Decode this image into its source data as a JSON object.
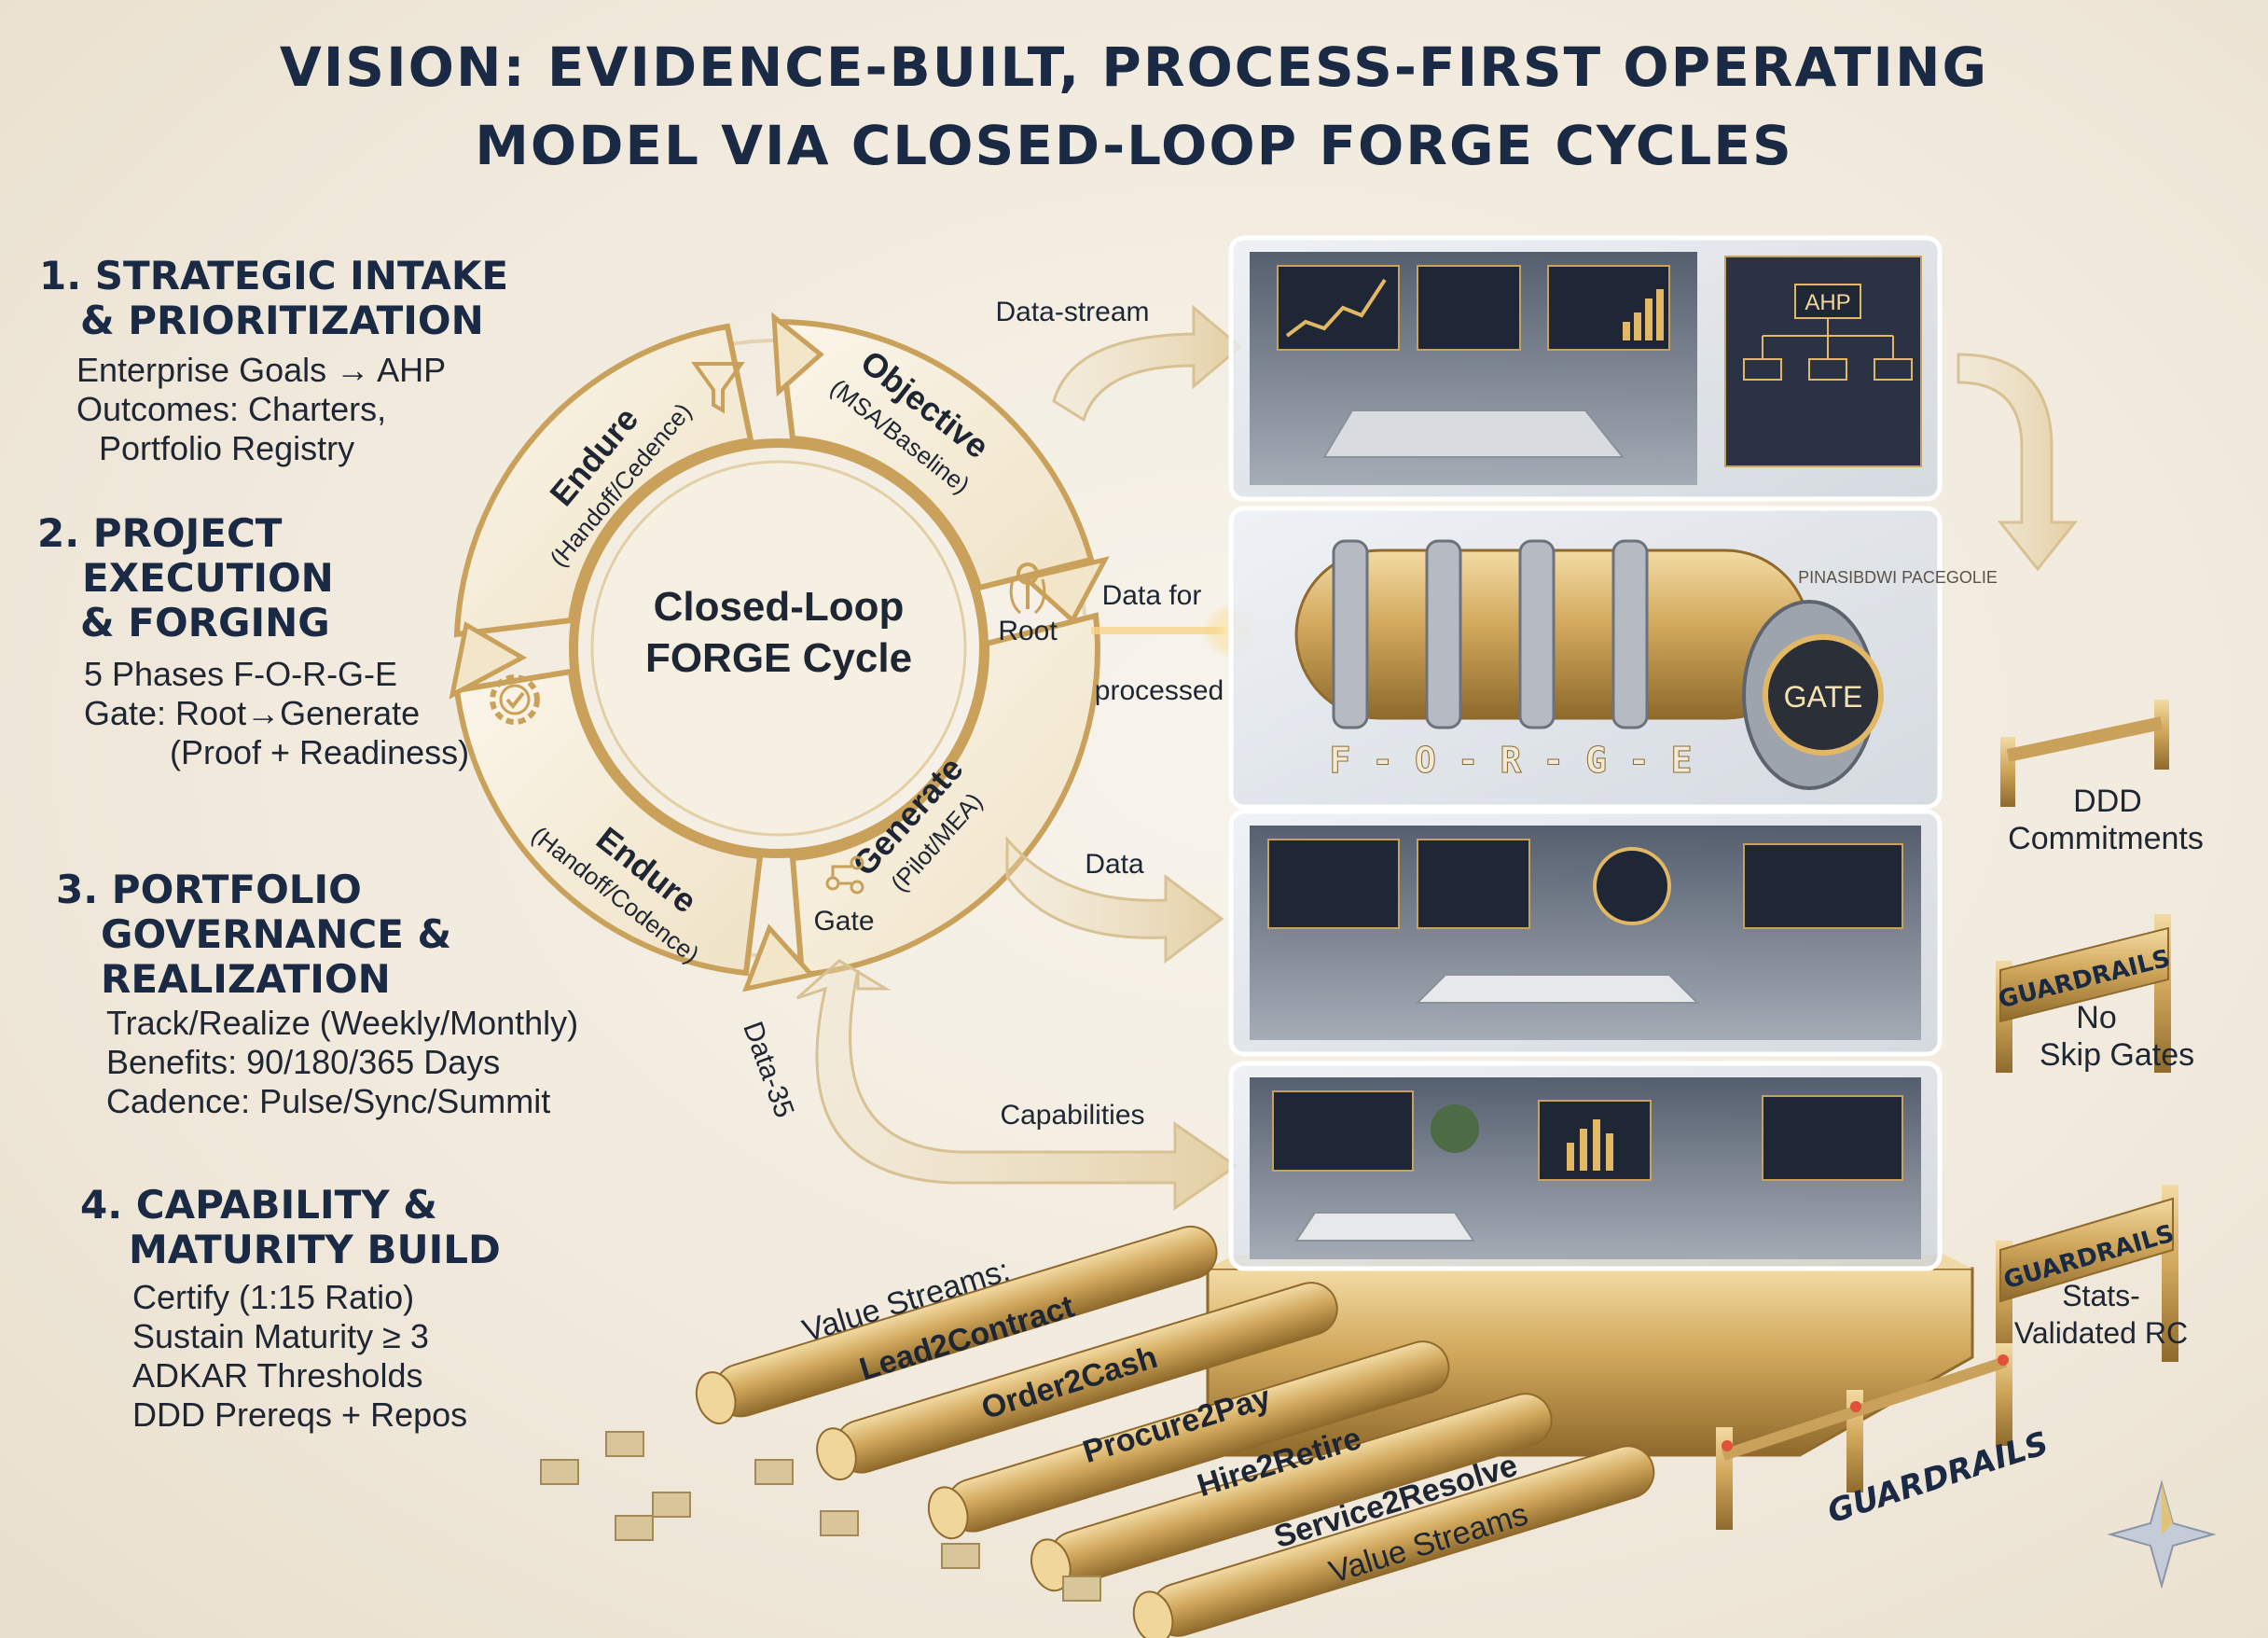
{
  "title": {
    "line1": "VISION: EVIDENCE-BUILT, PROCESS-FIRST OPERATING",
    "line2": "MODEL VIA CLOSED-LOOP FORGE CYCLES"
  },
  "sections": [
    {
      "heading": [
        "1. STRATEGIC INTAKE",
        "& PRIORITIZATION"
      ],
      "lines": [
        "Enterprise Goals → AHP",
        "Outcomes: Charters,",
        "Portfolio Registry"
      ]
    },
    {
      "heading": [
        "2. PROJECT",
        "EXECUTION",
        "& FORGING"
      ],
      "lines": [
        "5 Phases F-O-R-G-E",
        "Gate: Root→Generate",
        "(Proof + Readiness)"
      ]
    },
    {
      "heading": [
        "3. PORTFOLIO",
        "GOVERNANCE &",
        "REALIZATION"
      ],
      "lines": [
        "Track/Realize (Weekly/Monthly)",
        "Benefits: 90/180/365 Days",
        "Cadence: Pulse/Sync/Summit"
      ]
    },
    {
      "heading": [
        "4. CAPABILITY &",
        "MATURITY BUILD"
      ],
      "lines": [
        "Certify (1:15 Ratio)",
        "Sustain Maturity ≥ 3",
        "ADKAR Thresholds",
        "DDD Prereqs + Repos"
      ]
    }
  ],
  "cycle": {
    "center": [
      "Closed-Loop",
      "FORGE Cycle"
    ],
    "segments": [
      {
        "name": "Objective",
        "sub": "(MSA/Baseline)"
      },
      {
        "name": "Generate",
        "sub": "(Pilot/MEA)"
      },
      {
        "name": "Endure",
        "sub": "(Handoff/Cedence)"
      },
      {
        "name": "Endure",
        "sub": "(Handoff/Codence)"
      }
    ],
    "inner_labels": [
      "Root",
      "Gate"
    ]
  },
  "flow_labels": {
    "data_stream": "Data-stream",
    "data_for": "Data for",
    "processed": "processed",
    "data": "Data",
    "capabilities": "Capabilities",
    "data_35": "Data-35"
  },
  "tower": {
    "ahp_label": "AHP",
    "gate_label": "GATE",
    "forge_label": "F - O - R - G - E",
    "engine_caption": "PINASIBDWI PACEGOLIE"
  },
  "right_labels": {
    "ddd": [
      "DDD",
      "Commitments"
    ],
    "guardrails_sign": "GUARDRAILS",
    "no_skip": [
      "No",
      "Skip Gates"
    ],
    "stats": [
      "Stats-",
      "Validated RC"
    ],
    "guardrails_bottom": "GUARDRAILS"
  },
  "value_streams": {
    "header": "Value Streams:",
    "items": [
      "Lead2Contract",
      "Order2Cash",
      "Procure2Pay",
      "Hire2Retire",
      "Service2Resolve"
    ],
    "footer": "Value Streams"
  },
  "colors": {
    "navy": "#1b2a44",
    "gold": "#c9a15a",
    "gold_dark": "#9a7432",
    "cream": "#f5efe3",
    "glass": "#dfe6ef"
  }
}
